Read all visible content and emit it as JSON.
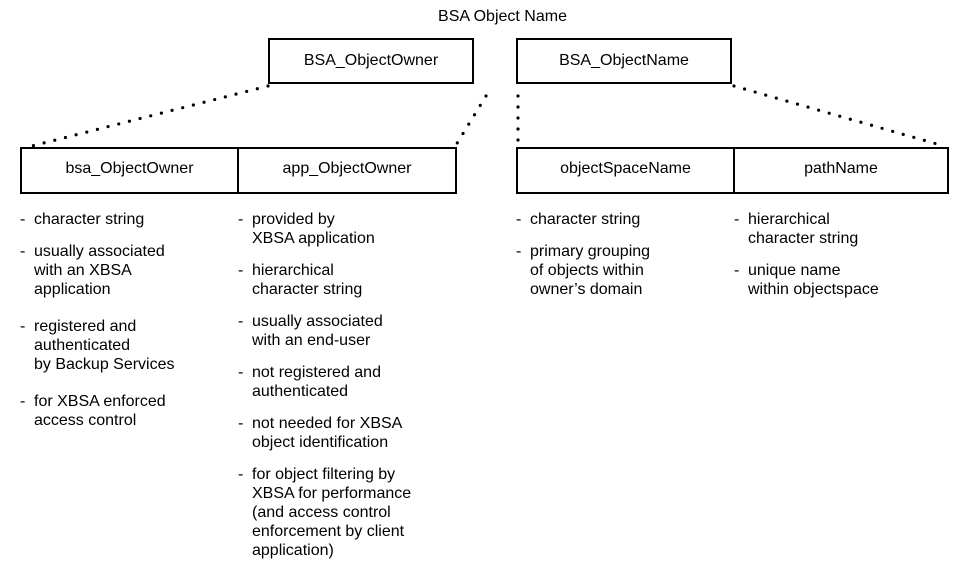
{
  "diagram": {
    "title": "BSA Object Name",
    "top_boxes": [
      {
        "label": "BSA_ObjectOwner"
      },
      {
        "label": "BSA_ObjectName"
      }
    ],
    "owner_fields": [
      {
        "label": "bsa_ObjectOwner",
        "notes": [
          "character string",
          "usually associated\nwith an XBSA\napplication",
          "registered and\nauthenticated\nby Backup Services",
          "for XBSA enforced\naccess control"
        ]
      },
      {
        "label": "app_ObjectOwner",
        "notes": [
          "provided by\nXBSA application",
          "hierarchical\ncharacter string",
          "usually associated\nwith an end-user",
          "not registered and\nauthenticated",
          "not needed for XBSA\nobject identification",
          "for object filtering by\nXBSA for performance\n(and access control\nenforcement by client\napplication)"
        ]
      }
    ],
    "name_fields": [
      {
        "label": "objectSpaceName",
        "notes": [
          "character string",
          "primary grouping\nof objects within\nowner’s domain"
        ]
      },
      {
        "label": "pathName",
        "notes": [
          "hierarchical\ncharacter string",
          "unique name\nwithin objectspace"
        ]
      }
    ],
    "note_marker": "-"
  }
}
